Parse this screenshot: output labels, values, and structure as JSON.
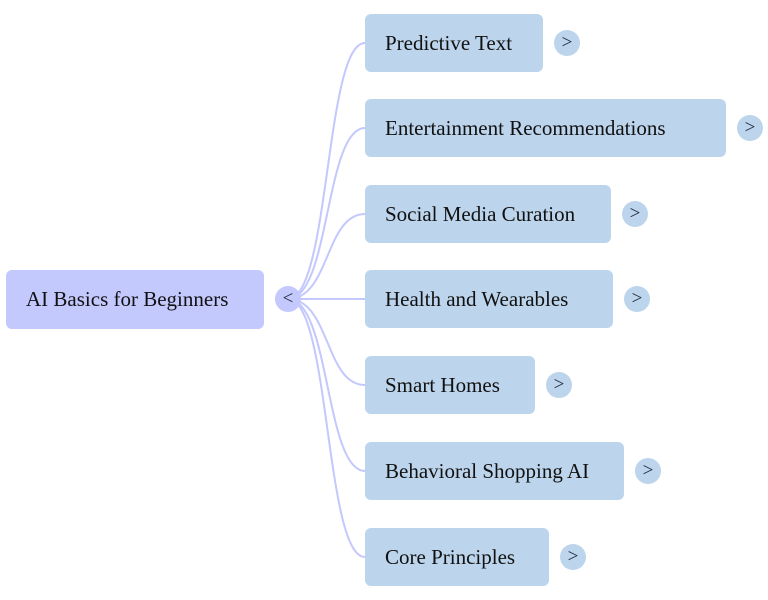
{
  "colors": {
    "root_fill": "#c3c8fd",
    "child_fill": "#bcd4ec",
    "connector": "#c3c8fd",
    "text": "#111111"
  },
  "root": {
    "label": "AI Basics for Beginners",
    "toggle_symbol": "<",
    "toggle_icon": "collapse-icon"
  },
  "children": [
    {
      "label": "Predictive Text",
      "toggle_symbol": ">",
      "toggle_icon": "expand-icon"
    },
    {
      "label": "Entertainment Recommendations",
      "toggle_symbol": ">",
      "toggle_icon": "expand-icon"
    },
    {
      "label": "Social Media Curation",
      "toggle_symbol": ">",
      "toggle_icon": "expand-icon"
    },
    {
      "label": "Health and Wearables",
      "toggle_symbol": ">",
      "toggle_icon": "expand-icon"
    },
    {
      "label": "Smart Homes",
      "toggle_symbol": ">",
      "toggle_icon": "expand-icon"
    },
    {
      "label": "Behavioral Shopping AI",
      "toggle_symbol": ">",
      "toggle_icon": "expand-icon"
    },
    {
      "label": "Core Principles",
      "toggle_symbol": ">",
      "toggle_icon": "expand-icon"
    }
  ]
}
